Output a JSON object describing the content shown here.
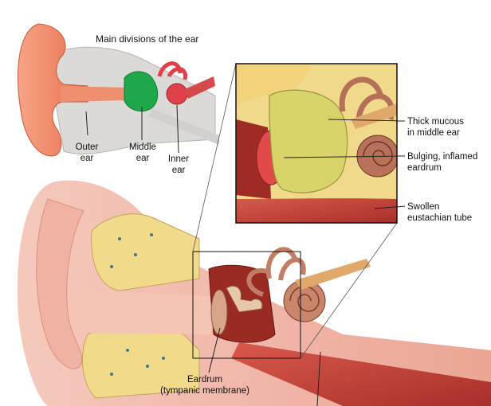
{
  "title": "Main divisions of the ear",
  "labels": {
    "outer_ear": "Outer\near",
    "middle_ear": "Middle\near",
    "inner_ear": "Inner\near",
    "thick_mucous": "Thick mucous\nin middle ear",
    "bulging_eardrum": "Bulging, inflamed\neardrum",
    "swollen_tube": "Swollen\neustachian tube",
    "eardrum_main": "Eardrum\n(tympanic membrane)"
  },
  "colors": {
    "outer_ear": "#f08a6a",
    "middle_ear": "#1fa84a",
    "inner_ear": "#e0404a",
    "bone": "#c9c6c2",
    "mucous": "#d8d46a",
    "skin": "#f2b8a8",
    "muscle": "#c8443a"
  }
}
